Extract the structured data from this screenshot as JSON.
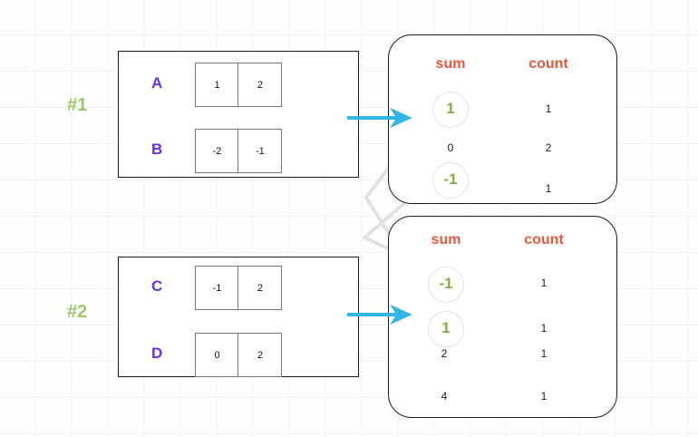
{
  "groups": [
    {
      "label": "#1"
    },
    {
      "label": "#2"
    }
  ],
  "partitions": [
    {
      "label": "#1",
      "rows": [
        {
          "name": "A",
          "cells": [
            "1",
            "2"
          ]
        },
        {
          "name": "B",
          "cells": [
            "-2",
            "-1"
          ]
        }
      ]
    },
    {
      "label": "#2",
      "rows": [
        {
          "name": "C",
          "cells": [
            "-1",
            "2"
          ]
        },
        {
          "name": "D",
          "cells": [
            "0",
            "2"
          ]
        }
      ]
    }
  ],
  "aggregates": [
    {
      "headers": {
        "sum": "sum",
        "count": "count"
      },
      "rows": [
        {
          "sum": "1",
          "count": "1",
          "highlight": true
        },
        {
          "sum": "0",
          "count": "2",
          "highlight": false
        },
        {
          "sum": "-1",
          "count": "1",
          "highlight": true
        }
      ]
    },
    {
      "headers": {
        "sum": "sum",
        "count": "count"
      },
      "rows": [
        {
          "sum": "-1",
          "count": "1",
          "highlight": true
        },
        {
          "sum": "1",
          "count": "1",
          "highlight": true
        },
        {
          "sum": "2",
          "count": "1",
          "highlight": false
        },
        {
          "sum": "4",
          "count": "1",
          "highlight": false
        }
      ]
    }
  ],
  "colors": {
    "group_label": "#8cc152",
    "row_name": "#6a30e0",
    "header": "#e8573d",
    "highlight_value": "#7cb342",
    "arrow": "#33b5e5",
    "connector": "#e0e0e0",
    "cell_border": "#767676",
    "panel_border": "#1a1a1a",
    "grid": "#f0f0f0"
  },
  "icons": {
    "arrow_right_1": "arrow-right-icon",
    "arrow_right_2": "arrow-right-icon"
  }
}
